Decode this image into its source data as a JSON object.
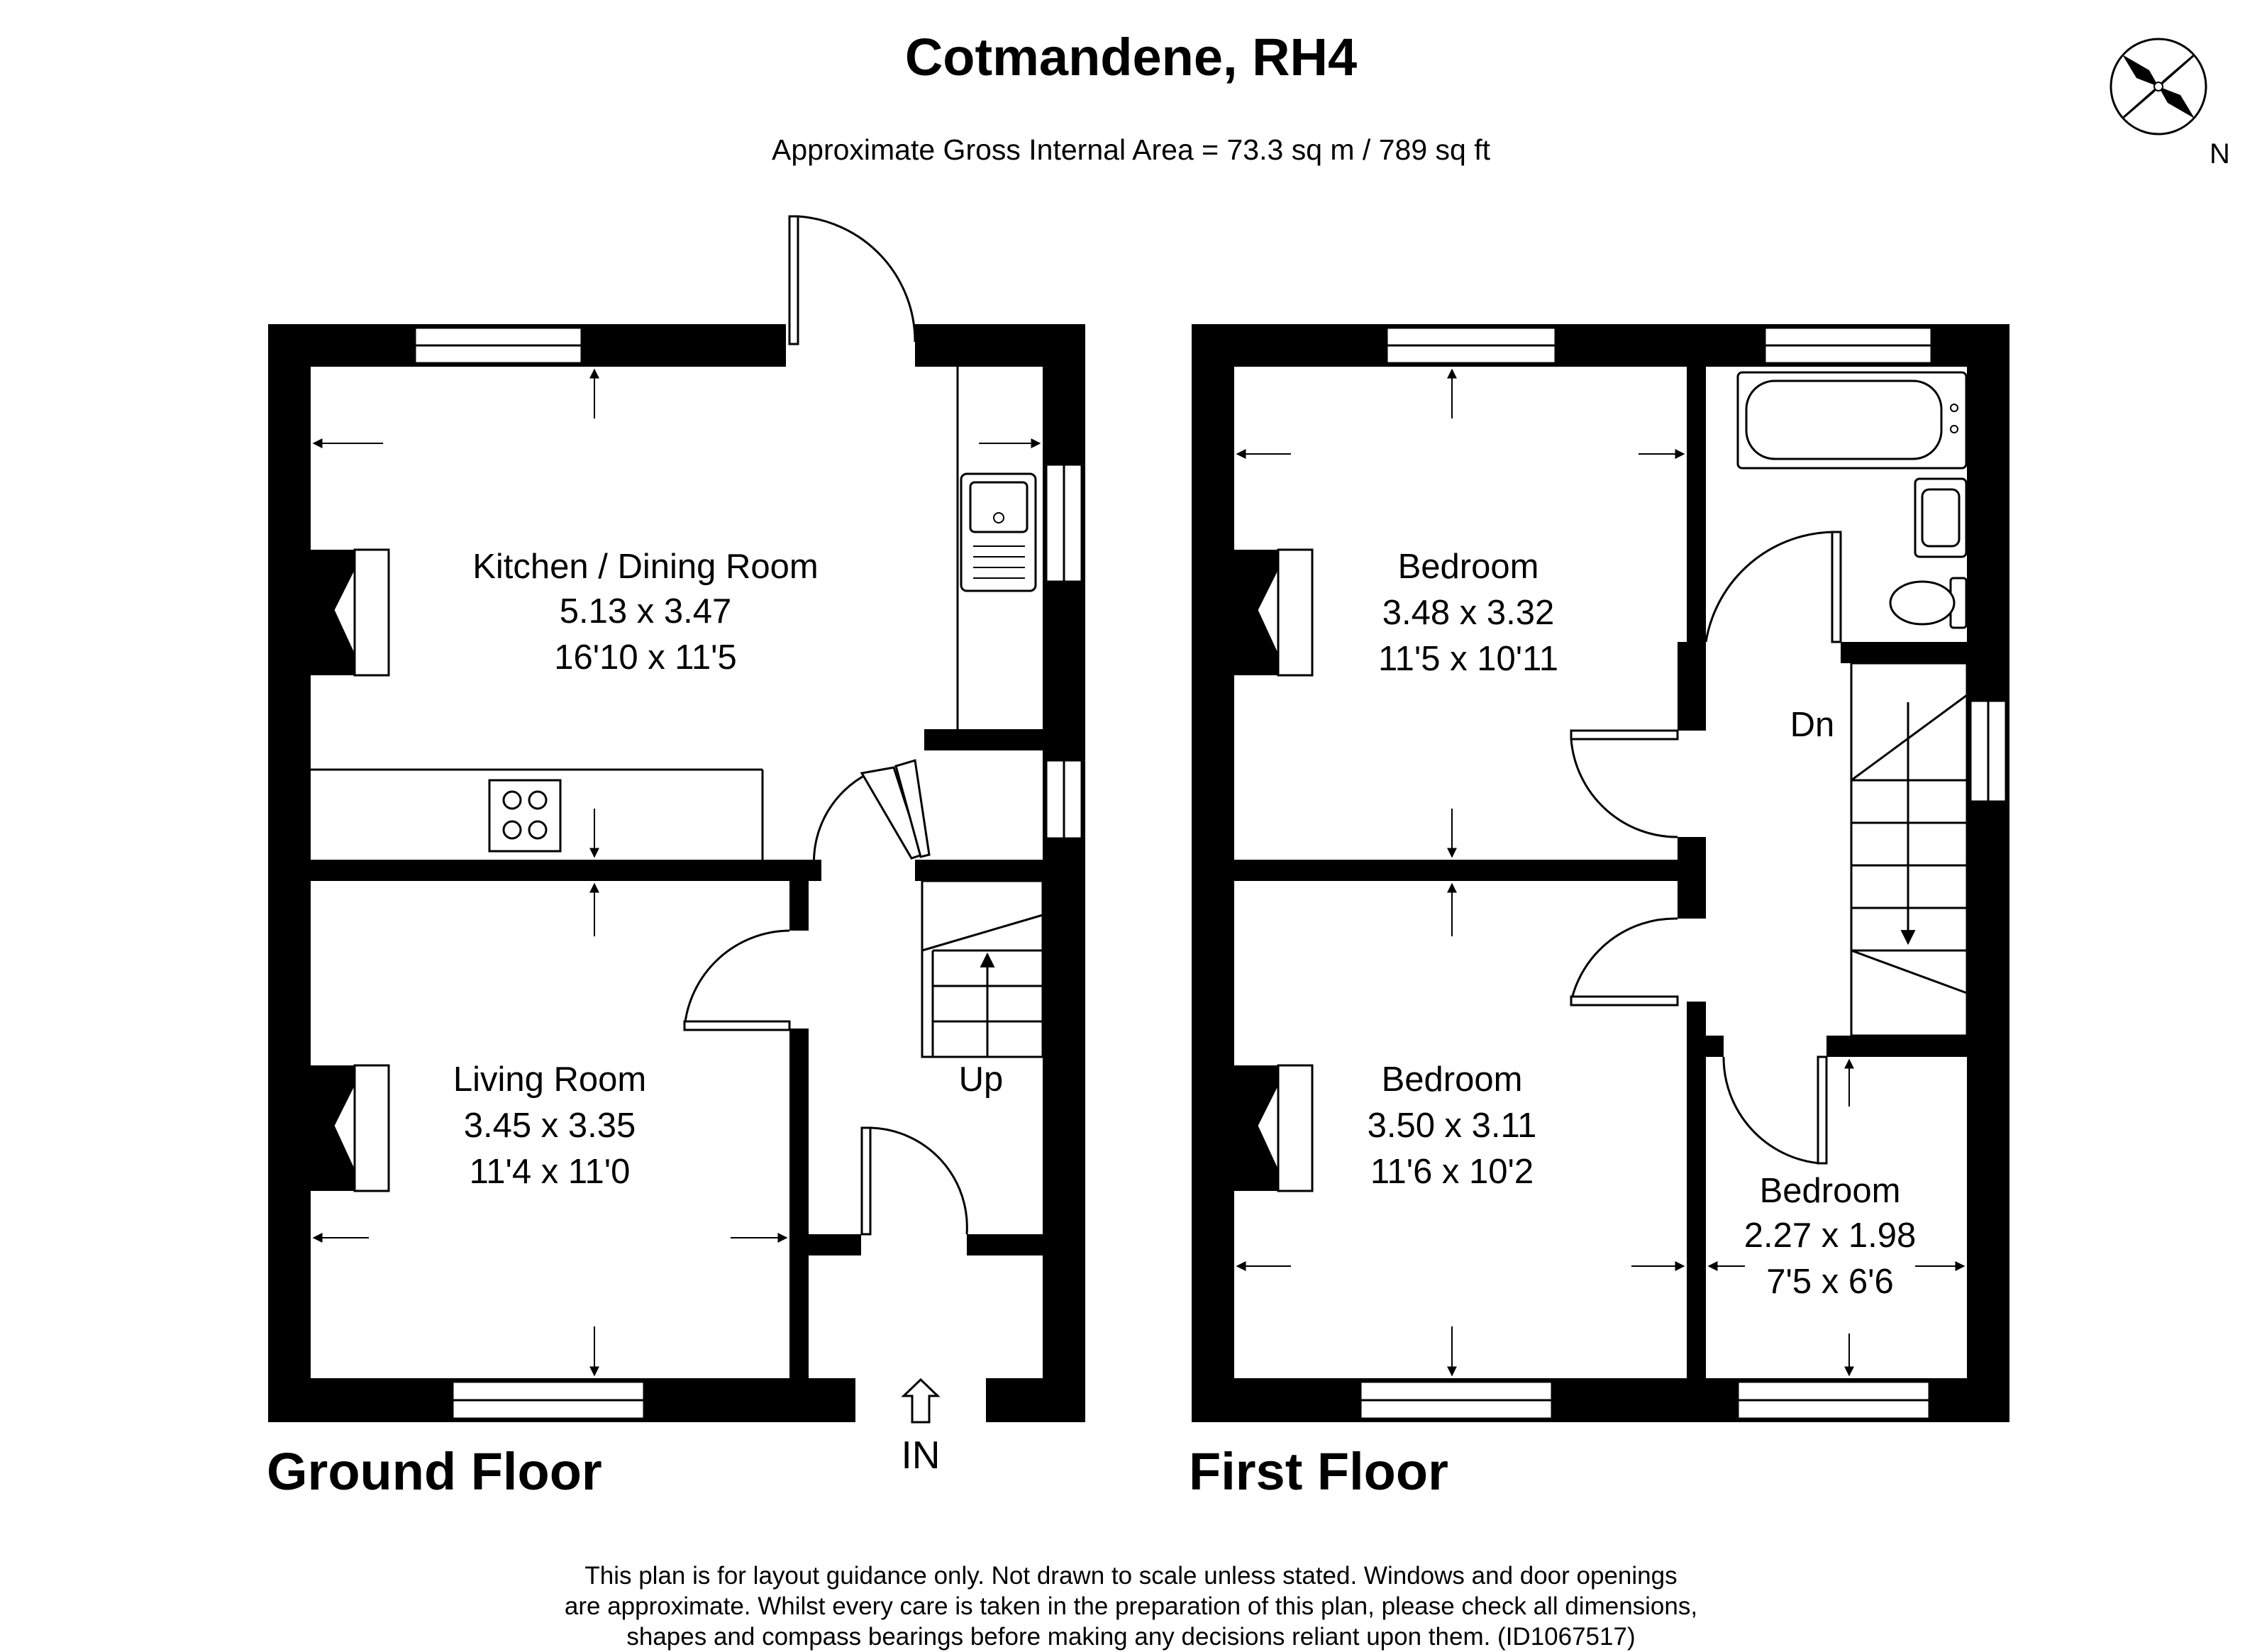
{
  "title": "Cotmandene, RH4",
  "subtitle": "Approximate Gross Internal Area = 73.3 sq m / 789 sq ft",
  "compass": {
    "icon": "north-compass-icon",
    "label": "N"
  },
  "floors": [
    {
      "label": "Ground Floor",
      "rooms": [
        {
          "name": "Kitchen / Dining Room",
          "metric": "5.13 x 3.47",
          "imperial": "16'10 x 11'5"
        },
        {
          "name": "Living Room",
          "metric": "3.45 x 3.35",
          "imperial": "11'4 x 11'0"
        }
      ],
      "stairs_label": "Up",
      "entrance_label": "IN"
    },
    {
      "label": "First Floor",
      "rooms": [
        {
          "name": "Bedroom",
          "metric": "3.48 x 3.32",
          "imperial": "11'5 x 10'11"
        },
        {
          "name": "Bedroom",
          "metric": "3.50 x 3.11",
          "imperial": "11'6 x 10'2"
        },
        {
          "name": "Bedroom",
          "metric": "2.27 x 1.98",
          "imperial": "7'5 x 6'6"
        }
      ],
      "stairs_label": "Dn"
    }
  ],
  "disclaimer": [
    "This plan is for layout guidance only. Not drawn to scale unless stated. Windows and door openings",
    "are approximate. Whilst every care is taken in the preparation of this plan, please check all dimensions,",
    "shapes and compass bearings before making any decisions reliant upon them. (ID1067517)"
  ]
}
